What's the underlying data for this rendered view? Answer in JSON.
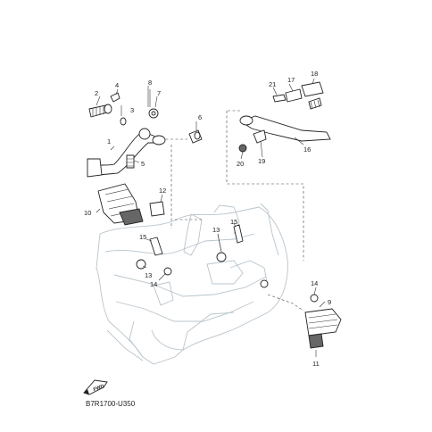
{
  "diagram": {
    "code": "B7R1700-U350",
    "fwd_label": "FWD",
    "callouts": [
      "1",
      "2",
      "3",
      "4",
      "5",
      "6",
      "7",
      "8",
      "9",
      "10",
      "11",
      "12",
      "13",
      "14",
      "15",
      "16",
      "17",
      "18",
      "19",
      "20",
      "21"
    ]
  },
  "colors": {
    "frame": "#b8c4cc",
    "ink": "#222222"
  }
}
